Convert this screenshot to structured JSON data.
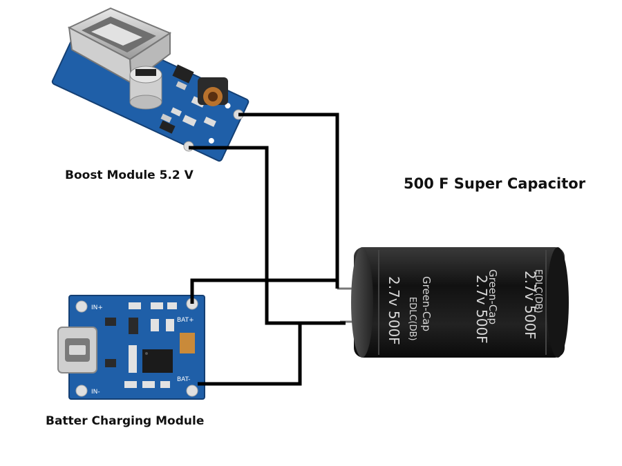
{
  "labels": {
    "boost_module": "Boost Module 5.2 V",
    "super_capacitor": "500 F Super Capacitor",
    "charging_module": "Batter Charging Module"
  },
  "capacitor_print": {
    "brand": "Green-Cap",
    "series": "EDLC(DB)",
    "rating": "2.7v 500F"
  },
  "charger_pins": {
    "in_plus": "IN+",
    "in_minus": "IN-",
    "bat_plus": "BAT+",
    "bat_minus": "BAT-"
  },
  "colors": {
    "wire": "#000000",
    "pcb": "#1f5fa8",
    "capacitor_body": "#1a1a1a",
    "background": "#ffffff"
  }
}
